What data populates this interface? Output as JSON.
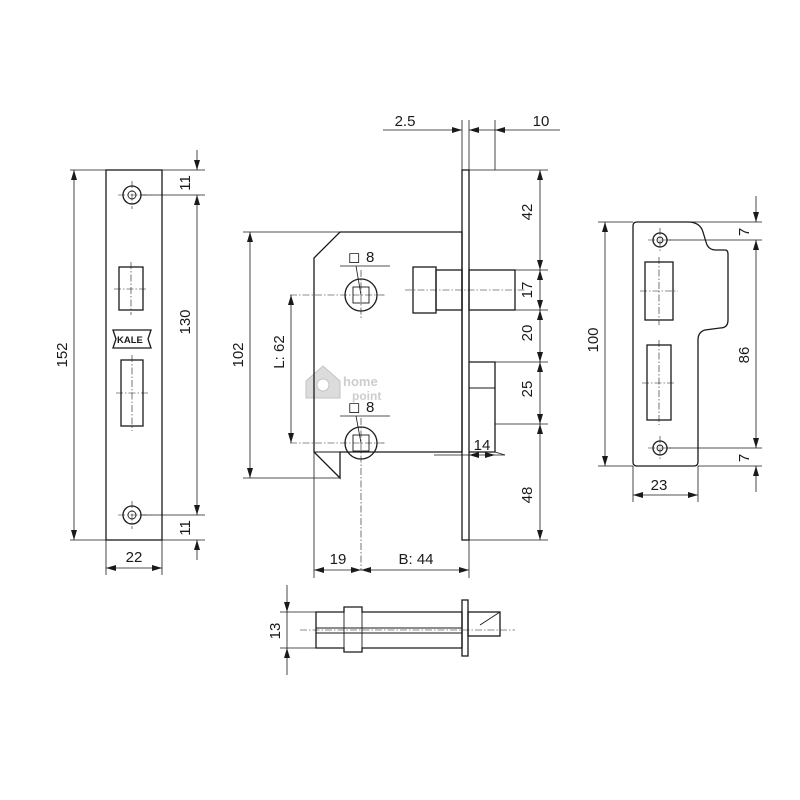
{
  "brand": "KALE",
  "watermark": {
    "line1": "home",
    "line2": "point"
  },
  "faceplate": {
    "dims": {
      "total_height": "152",
      "hole_spacing": "130",
      "top_offset": "11",
      "bottom_offset": "11",
      "width": "22"
    }
  },
  "lock_body": {
    "dims": {
      "thickness": "2.5",
      "face_width": "10",
      "bolt_top": "42",
      "bolt_height": "17",
      "gap": "20",
      "latch_height": "25",
      "latch_protrusion": "14",
      "bottom": "48",
      "body_height": "102",
      "spindle_distance": "L: 62",
      "square_top": "8",
      "square_bottom": "8",
      "square_symbol": "◻",
      "front_edge": "19",
      "backset": "B: 44"
    }
  },
  "bolt_view": {
    "dims": {
      "height": "13"
    }
  },
  "strike_plate": {
    "dims": {
      "total_height": "100",
      "hole_spacing": "86",
      "top_offset": "7",
      "bottom_offset": "7",
      "width": "23"
    }
  }
}
